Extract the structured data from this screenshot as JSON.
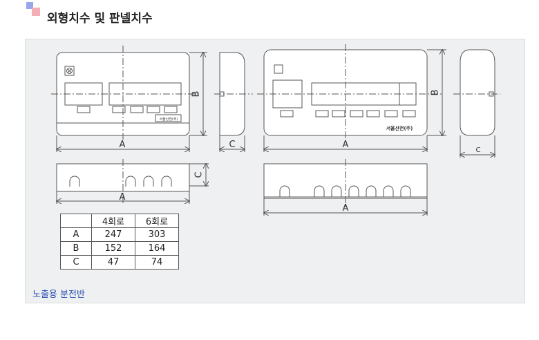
{
  "heading": {
    "title": "외형치수 및 판넬치수"
  },
  "drawing": {
    "dimension_letters": {
      "a": "A",
      "b": "B",
      "c": "C"
    },
    "brand_small": "서울산전(주)",
    "brand_large": "서울산전(주)"
  },
  "spec_table": {
    "headers": [
      "",
      "4회로",
      "6회로"
    ],
    "rows": [
      {
        "label": "A",
        "values": [
          "247",
          "303"
        ]
      },
      {
        "label": "B",
        "values": [
          "152",
          "164"
        ]
      },
      {
        "label": "C",
        "values": [
          "47",
          "74"
        ]
      }
    ]
  },
  "caption": "노출용 분전반",
  "colors": {
    "panel_bg": "#eef0f1",
    "caption_link": "#2a4fb0",
    "line": "#555555"
  }
}
